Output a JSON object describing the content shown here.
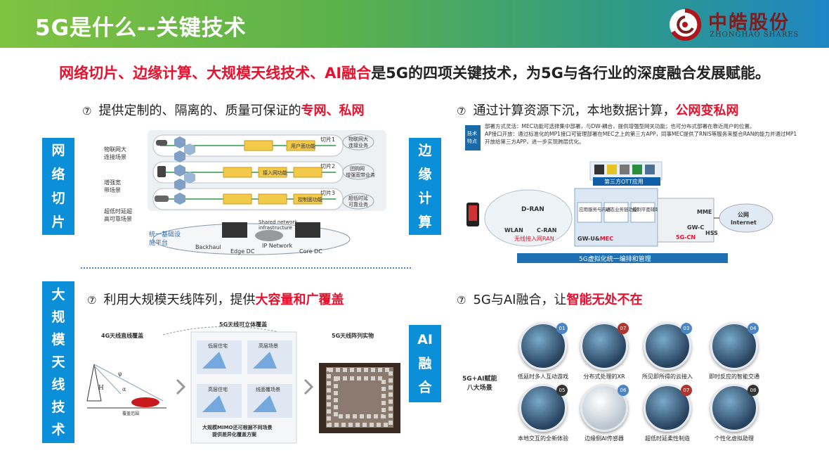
{
  "header": {
    "title": "5G是什么--关键技术"
  },
  "logo": {
    "cn": "中皓股份",
    "en": "ZHONGHAO SHARES"
  },
  "subtitle": {
    "red": "网络切片、边缘计算、大规模天线技术、AI融合",
    "rest": "是5G的四项关键技术，为5G与各行业的深度融合发展赋能。"
  },
  "sections": {
    "slicing": {
      "label_chars": [
        "网",
        "络",
        "切",
        "片"
      ],
      "heading_text": "提供定制的、隔离的、质量可保证的",
      "heading_red": "专网、私网",
      "left_labels": [
        [
          "物联网大",
          "连接场景"
        ],
        [
          "增强宽",
          "带场景"
        ],
        [
          "超低时延超",
          "高可靠场景"
        ]
      ],
      "slice_labels": [
        "切片1",
        "切片2",
        "切片3"
      ],
      "right_labels": [
        [
          "物联网大",
          "连接业务"
        ],
        [
          "团购网",
          "增强宽带业务"
        ],
        [
          "超低时延",
          "可靠业务"
        ]
      ],
      "platform_label": [
        "统一基础设",
        "施平台"
      ],
      "bottom_labels": [
        "Backhaul",
        "Edge DC",
        "IP Network",
        "Core DC"
      ],
      "shared_label": [
        "Shared network",
        "infrastructure"
      ],
      "box_labels": [
        "用户面功能",
        "接入网功能",
        "控制面功能"
      ]
    },
    "edge": {
      "label_chars": [
        "边",
        "缘",
        "计",
        "算"
      ],
      "heading_text": "通过计算资源下沉，本地数据计算，",
      "heading_red": "公网变私网",
      "tag": [
        "技术",
        "特点"
      ],
      "bullets": [
        "部署方式灵活：MEC功能可选择集中部署，与DW-耦合，提供增强型网关功能；也可分布式部署在靠近用户的位置。",
        "AP接口开放：通过标准化的MP1接口可管理部署在MEC之上的第三方APP，同事MEC提供了RNIS等服务来整合RAN的能力并通过MP1开放给第三方APP，进一步实现跨层优化。"
      ],
      "ott": "第三方OTT应用",
      "dran": "D-RAN",
      "wlan": "WLAN",
      "cran": "C-RAN",
      "wireless": "无线接入网RAN",
      "mec_boxes": [
        "应用服务与内容",
        "动态业务链功能",
        "控制平面辅助功能"
      ],
      "gw_u": "GW-U&",
      "mec": "MEC",
      "mme": "MME",
      "gwc": "GW-C",
      "hss": "HSS",
      "cn": "5G-CN",
      "internet": [
        "公网",
        "Internet"
      ],
      "virtual": "5G虚拟化统一编排和管理"
    },
    "mimo": {
      "label_chars": [
        "大",
        "规",
        "模",
        "天",
        "线",
        "技",
        "术"
      ],
      "heading_text": "利用大规模天线阵列，提供",
      "heading_red": "大容量和广覆盖",
      "title_4g": "4G天线直线覆盖",
      "title_5g": "5G天线可立体覆盖",
      "title_real": "5G天线阵列实物",
      "scenes": [
        "低层住宅",
        "高层场景",
        "高层住宅",
        "线面覆场景"
      ],
      "note": [
        "大规模MIMO还可根据不同场景",
        "提供差异化覆盖方案"
      ],
      "letters": [
        "φ",
        "H",
        "α"
      ],
      "coverage": "覆盖范围"
    },
    "ai": {
      "label_chars": [
        "AI",
        "融",
        "合"
      ],
      "heading_text": "5G与AI融合，让",
      "heading_red": "智能无处不在",
      "center": [
        "5G+AI赋能",
        "八大场景"
      ],
      "items": [
        {
          "num": "01",
          "caption": "低延时多人互动游戏"
        },
        {
          "num": "07",
          "caption": "分布式处理的XR"
        },
        {
          "num": "03",
          "caption": "所见即所得的云接入"
        },
        {
          "num": "04",
          "caption": "即时反应的智能交通"
        },
        {
          "num": "05",
          "caption": "本地交互的全新体验"
        },
        {
          "num": "06",
          "caption": "边缘侧AI传感器"
        },
        {
          "num": "07",
          "caption": "超低时延柔性制造"
        },
        {
          "num": "08",
          "caption": "个性化虚拟助理"
        }
      ]
    }
  },
  "mark": "⑦",
  "colors": {
    "accent_red": "#e8112d",
    "label_blue": "#0a8fd8"
  }
}
